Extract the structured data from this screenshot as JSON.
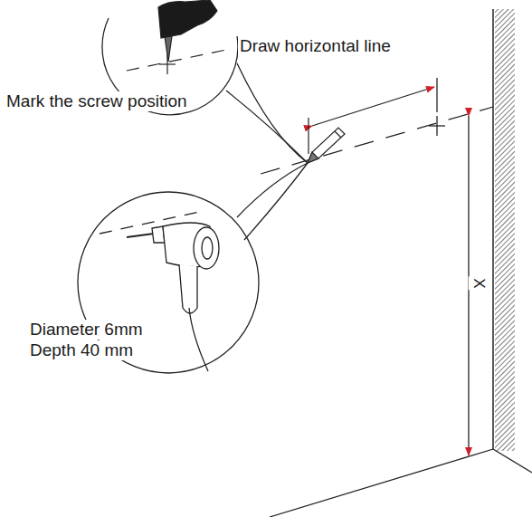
{
  "diagram": {
    "labels": [
      "Draw horizontal line",
      "Mark the screw position",
      "Diameter 6mm",
      "Depth 40 mm",
      "X"
    ]
  }
}
